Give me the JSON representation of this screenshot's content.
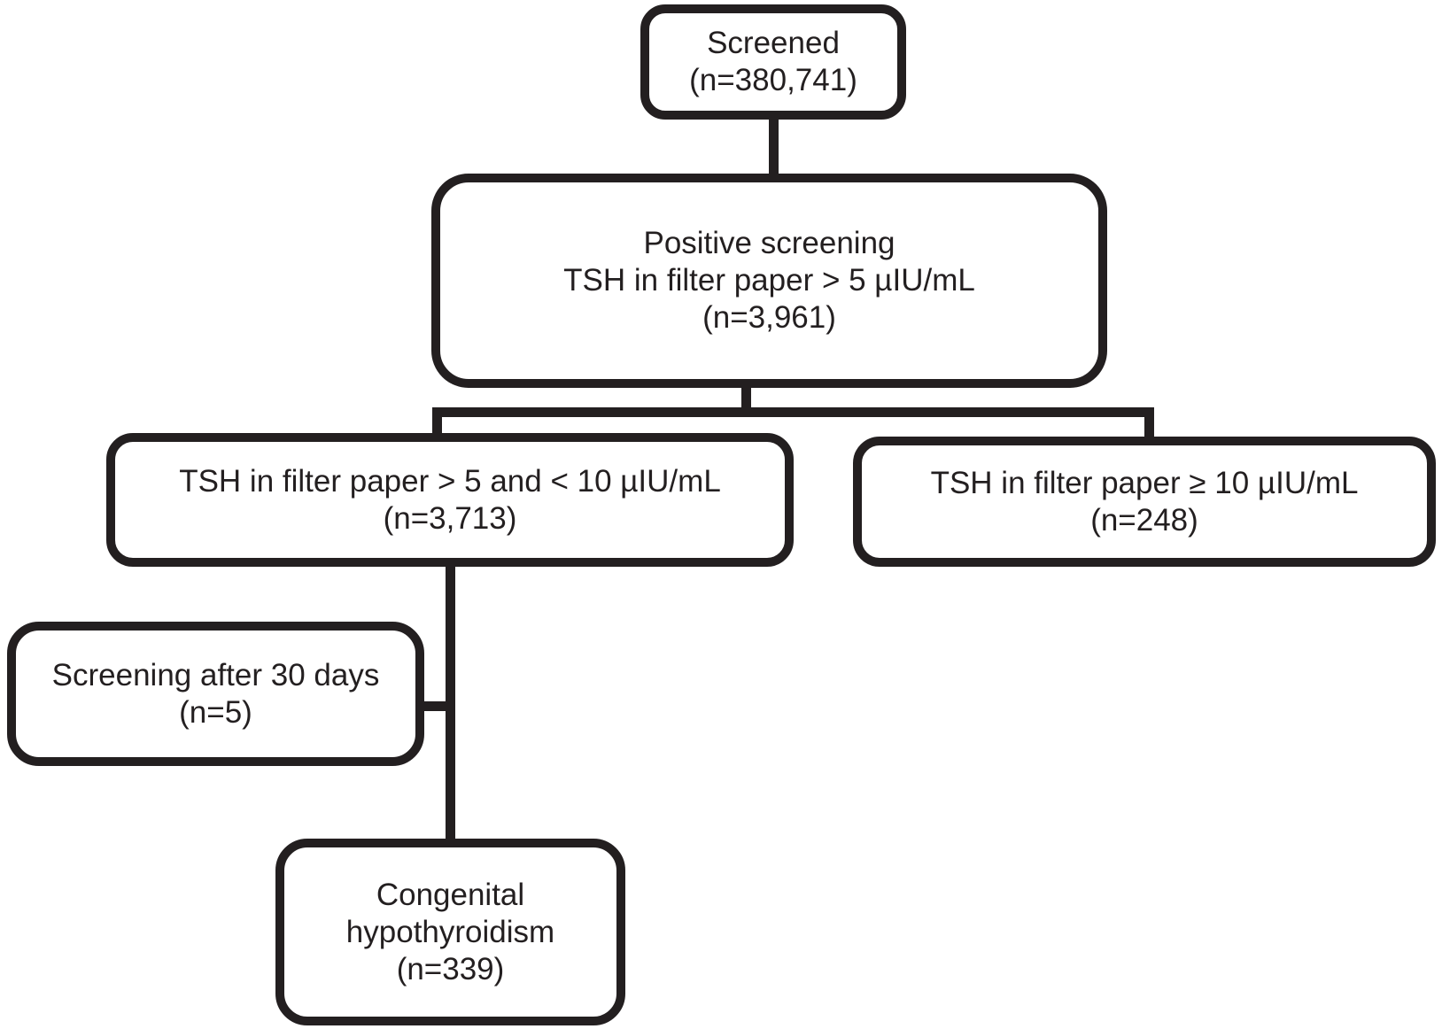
{
  "diagram": {
    "type": "flowchart",
    "colors": {
      "stroke": "#231f20",
      "background": "#ffffff",
      "text": "#231f20"
    },
    "nodes": {
      "screened": {
        "lines": [
          "Screened",
          "(n=380,741)"
        ]
      },
      "positive": {
        "lines": [
          "Positive screening",
          "TSH in filter paper  > 5 µIU/mL",
          "(n=3,961)"
        ]
      },
      "tsh5to10": {
        "lines": [
          "TSH in filter paper > 5 and < 10 µIU/mL",
          "(n=3,713)"
        ]
      },
      "tsh10plus": {
        "lines": [
          "TSH in filter paper ≥ 10 µIU/mL",
          "(n=248)"
        ]
      },
      "after30": {
        "lines": [
          "Screening after 30 days",
          "(n=5)"
        ]
      },
      "congenital": {
        "lines": [
          "Congenital",
          "hypothyroidism",
          "(n=339)"
        ]
      }
    },
    "edges": [
      {
        "from": "screened",
        "to": "positive"
      },
      {
        "from": "positive",
        "to": "tsh5to10"
      },
      {
        "from": "positive",
        "to": "tsh10plus"
      },
      {
        "from": "tsh5to10",
        "to": "congenital"
      },
      {
        "from": "after30",
        "to": "tsh5to10-congenital-branch"
      }
    ]
  }
}
